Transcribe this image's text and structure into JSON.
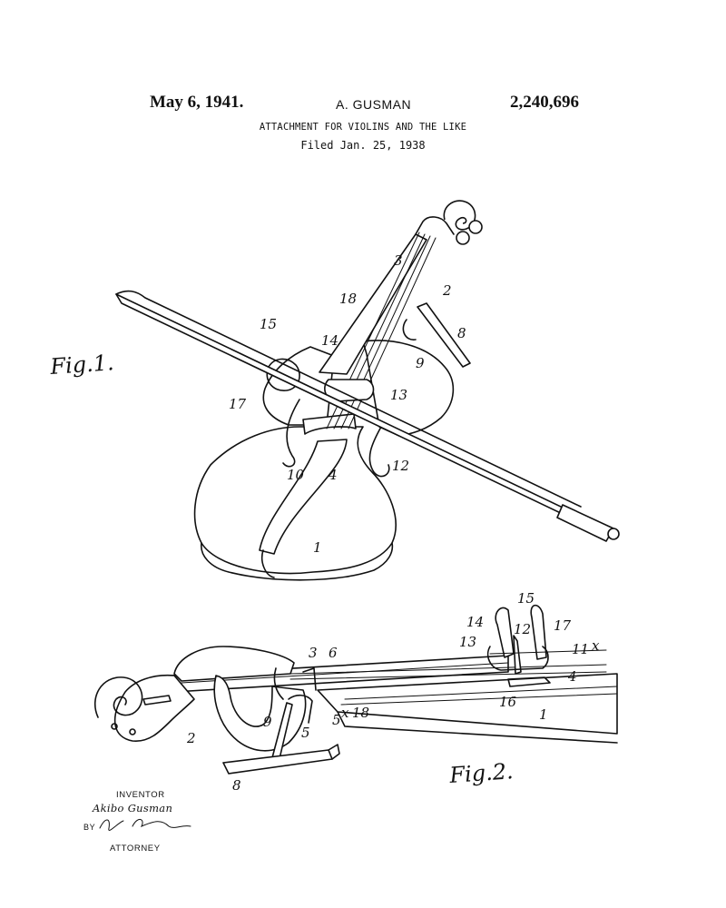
{
  "header": {
    "date": "May 6, 1941.",
    "inventor": "A. GUSMAN",
    "patent_number": "2,240,696",
    "title": "ATTACHMENT FOR VIOLINS AND THE LIKE",
    "filed": "Filed Jan. 25, 1938"
  },
  "figures": {
    "fig1_label": "Fig.1.",
    "fig2_label": "Fig.2."
  },
  "fig1_refs": {
    "r1": "1",
    "r2": "2",
    "r3": "3",
    "r4": "4",
    "r8": "8",
    "r9": "9",
    "r10": "10",
    "r12": "12",
    "r13": "13",
    "r14": "14",
    "r15": "15",
    "r17": "17",
    "r18": "18"
  },
  "fig2_refs": {
    "r1": "1",
    "r2": "2",
    "r3": "3",
    "r4": "4",
    "r5a": "5",
    "r5b": "5",
    "r6": "6",
    "r8": "8",
    "r9": "9",
    "r11": "11",
    "rx1": "x",
    "rx2": "x",
    "r12": "12",
    "r13": "13",
    "r14": "14",
    "r15": "15",
    "r16": "16",
    "r17": "17",
    "r18": "18"
  },
  "signature": {
    "inventor_label": "INVENTOR",
    "inventor_name": "Akibo Gusman",
    "by": "BY",
    "attorney_label": "ATTORNEY"
  }
}
